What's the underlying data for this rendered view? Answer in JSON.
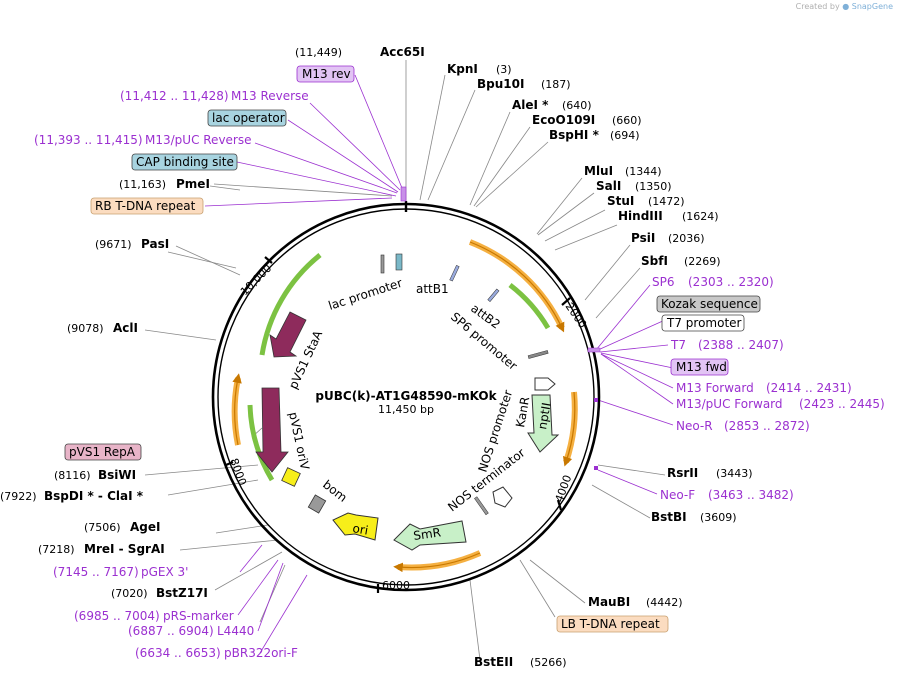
{
  "credit": {
    "prefix": "Created by",
    "brand": "SnapGene"
  },
  "plasmid": {
    "name": "pUBC(k)-AT1G48590-mKOk",
    "size_label": "11,450 bp",
    "length": 11450
  },
  "ticks": [
    {
      "pos": 2000,
      "label": "2000"
    },
    {
      "pos": 4000,
      "label": "4000"
    },
    {
      "pos": 6000,
      "label": "6000"
    },
    {
      "pos": 8000,
      "label": "8000"
    },
    {
      "pos": 10000,
      "label": "10,000"
    }
  ],
  "sites": [
    {
      "name": "Acc65I",
      "pos_label": "(11,449)",
      "bp": 11449,
      "side": "left"
    },
    {
      "name": "KpnI",
      "pos_label": "(3)",
      "bp": 3,
      "side": "right"
    },
    {
      "name": "Bpu10I",
      "pos_label": "(187)",
      "bp": 187,
      "side": "right"
    },
    {
      "name": "AleI *",
      "pos_label": "(640)",
      "bp": 640,
      "side": "right"
    },
    {
      "name": "EcoO109I",
      "pos_label": "(660)",
      "bp": 660,
      "side": "right"
    },
    {
      "name": "BspHI *",
      "pos_label": "(694)",
      "bp": 694,
      "side": "right"
    },
    {
      "name": "MluI",
      "pos_label": "(1344)",
      "bp": 1344,
      "side": "right"
    },
    {
      "name": "SalI",
      "pos_label": "(1350)",
      "bp": 1350,
      "side": "right"
    },
    {
      "name": "StuI",
      "pos_label": "(1472)",
      "bp": 1472,
      "side": "right"
    },
    {
      "name": "HindIII",
      "pos_label": "(1624)",
      "bp": 1624,
      "side": "right"
    },
    {
      "name": "PsiI",
      "pos_label": "(2036)",
      "bp": 2036,
      "side": "right"
    },
    {
      "name": "SbfI",
      "pos_label": "(2269)",
      "bp": 2269,
      "side": "right"
    },
    {
      "name": "RsrII",
      "pos_label": "(3443)",
      "bp": 3443,
      "side": "right"
    },
    {
      "name": "BstBI",
      "pos_label": "(3609)",
      "bp": 3609,
      "side": "right"
    },
    {
      "name": "MauBI",
      "pos_label": "(4442)",
      "bp": 4442,
      "side": "right"
    },
    {
      "name": "BstEII",
      "pos_label": "(5266)",
      "bp": 5266,
      "side": "right"
    },
    {
      "name": "BstZ17I",
      "pos_label": "(7020)",
      "bp": 7020,
      "side": "left"
    },
    {
      "name": "MreI  - SgrAI",
      "pos_label": "(7218)",
      "bp": 7218,
      "side": "left"
    },
    {
      "name": "AgeI",
      "pos_label": "(7506)",
      "bp": 7506,
      "side": "left"
    },
    {
      "name": "BspDI *  - ClaI *",
      "pos_label": "(7922)",
      "bp": 7922,
      "side": "left"
    },
    {
      "name": "BsiWI",
      "pos_label": "(8116)",
      "bp": 8116,
      "side": "left"
    },
    {
      "name": "AclI",
      "pos_label": "(9078)",
      "bp": 9078,
      "side": "left"
    },
    {
      "name": "PasI",
      "pos_label": "(9671)",
      "bp": 9671,
      "side": "left"
    },
    {
      "name": "PmeI",
      "pos_label": "(11,163)",
      "bp": 11163,
      "side": "left"
    }
  ],
  "primers": [
    {
      "name": "M13 Reverse",
      "range": "(11,412 .. 11,428)",
      "side": "left"
    },
    {
      "name": "M13/pUC Reverse",
      "range": "(11,393 .. 11,415)",
      "side": "left"
    },
    {
      "name": "SP6",
      "range": "(2303 .. 2320)",
      "side": "right"
    },
    {
      "name": "T7",
      "range": "(2388 .. 2407)",
      "side": "right"
    },
    {
      "name": "M13 Forward",
      "range": "(2414 .. 2431)",
      "side": "right"
    },
    {
      "name": "M13/pUC Forward",
      "range": "(2423 .. 2445)",
      "side": "right"
    },
    {
      "name": "Neo-R",
      "range": "(2853 .. 2872)",
      "side": "right"
    },
    {
      "name": "Neo-F",
      "range": "(3463 .. 3482)",
      "side": "right"
    },
    {
      "name": "pGEX 3'",
      "range": "(7145 .. 7167)",
      "side": "left"
    },
    {
      "name": "pRS-marker",
      "range": "(6985 .. 7004)",
      "side": "left"
    },
    {
      "name": "L4440",
      "range": "(6887 .. 6904)",
      "side": "left"
    },
    {
      "name": "pBR322ori-F",
      "range": "(6634 .. 6653)",
      "side": "left"
    }
  ],
  "boxed_labels": [
    {
      "text": "M13 rev",
      "style": "primer"
    },
    {
      "text": "lac operator",
      "style": "blue"
    },
    {
      "text": "CAP binding site",
      "style": "blue"
    },
    {
      "text": "RB T-DNA repeat",
      "style": "orange"
    },
    {
      "text": "Kozak sequence",
      "style": "gray"
    },
    {
      "text": "T7 promoter",
      "style": "white"
    },
    {
      "text": "M13 fwd",
      "style": "primer"
    },
    {
      "text": "pVS1 RepA",
      "style": "pink"
    },
    {
      "text": "LB T-DNA repeat",
      "style": "orange"
    }
  ],
  "features": [
    {
      "label": "lac promoter"
    },
    {
      "label": "attB1"
    },
    {
      "label": "attB2"
    },
    {
      "label": "SP6 promoter"
    },
    {
      "label": "KanR"
    },
    {
      "label": "nptII"
    },
    {
      "label": "NOS promoter"
    },
    {
      "label": "NOS terminator"
    },
    {
      "label": "SmR"
    },
    {
      "label": "ori"
    },
    {
      "label": "bom"
    },
    {
      "label": "pVS1 oriV"
    },
    {
      "label": "pVS1 StaA"
    }
  ],
  "colors": {
    "backbone": "#000000",
    "orange_arc": "#f5b041",
    "green_arc": "#7cc242",
    "primer": "#9b30d0",
    "staA": "#8e2b5c",
    "ori": "#f7ee1a",
    "smR": "#c8f0c8",
    "lac_operator_box": "#a8d4e0",
    "repeat_box": "#fbdcc0",
    "repa_box": "#e8b4c8",
    "gray_box": "#c8c8c8"
  }
}
